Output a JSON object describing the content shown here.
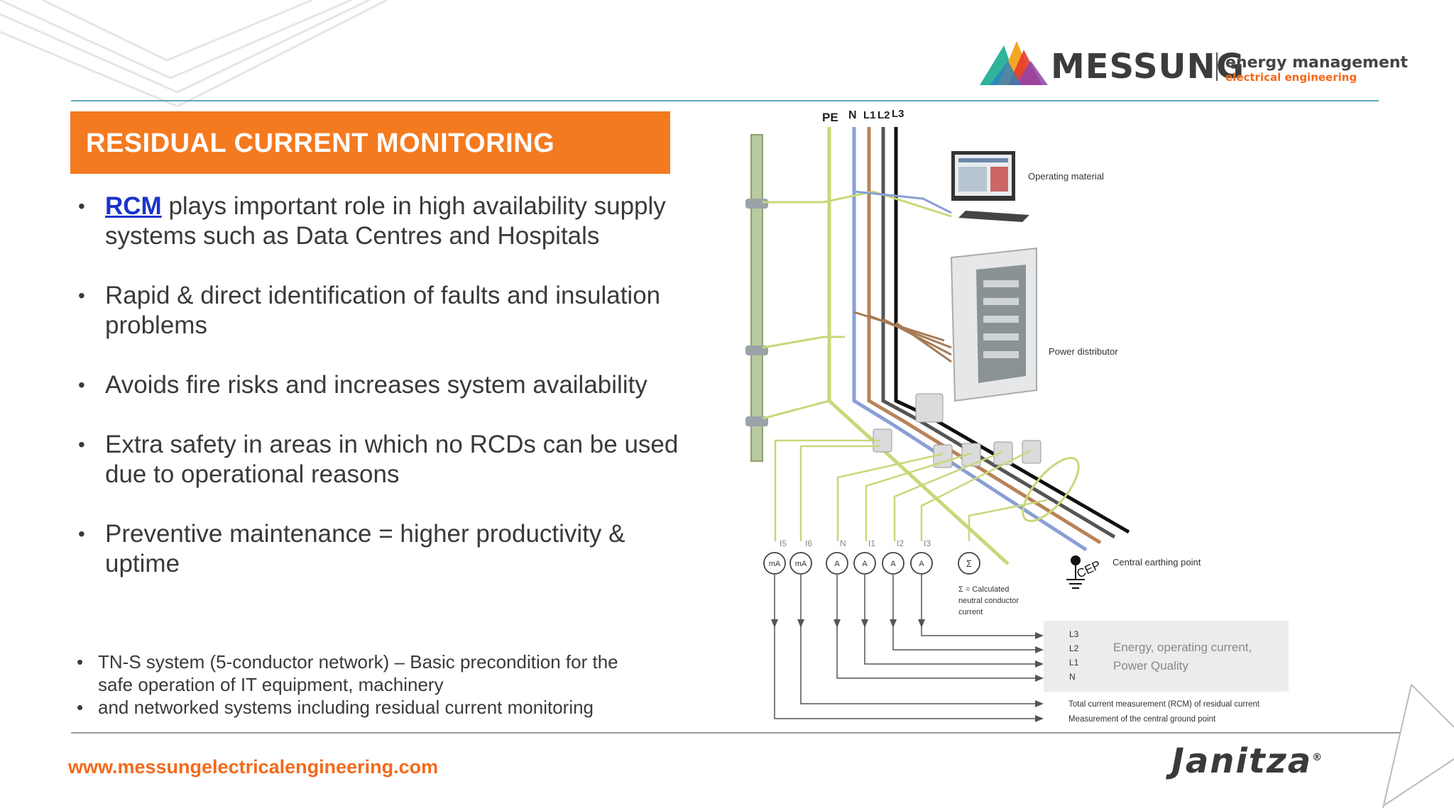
{
  "header": {
    "brand_name": "MESSUNG",
    "brand_line1": "energy management",
    "brand_line2": "electrical engineering",
    "brand_colors": [
      "#e63b2e",
      "#f5a623",
      "#3fb58a",
      "#2a7fc1",
      "#8e44ad"
    ]
  },
  "title": "RESIDUAL CURRENT MONITORING",
  "bullets": [
    {
      "link": "RCM",
      "text": " plays important role in high availability supply systems such as Data Centres and Hospitals"
    },
    {
      "text": "Rapid & direct identification of faults and insulation problems"
    },
    {
      "text": "Avoids fire risks and increases system availability"
    },
    {
      "text": "Extra safety in areas in which no RCDs can be used due to operational reasons"
    },
    {
      "text": "Preventive maintenance = higher productivity & uptime"
    }
  ],
  "small_bullets": [
    {
      "text": "TN-S system (5-conductor network) – Basic precondition for the safe operation of IT equipment, machinery"
    },
    {
      "text": "and networked systems including residual current monitoring"
    }
  ],
  "diagram": {
    "conductors": [
      "PE",
      "N",
      "L1",
      "L2",
      "L3"
    ],
    "operating_material": "Operating material",
    "power_distributor": "Power distributor",
    "central_earthing_point": "Central earthing point",
    "cep": "CEP",
    "meter_labels": [
      "I5",
      "I6",
      "N",
      "I1",
      "I2",
      "I3"
    ],
    "meter_symbols": [
      "mA",
      "mA",
      "A",
      "A",
      "A",
      "A",
      "Σ"
    ],
    "sigma_note": [
      "Σ = Calculated",
      "neutral conductor",
      "current"
    ],
    "box_lines": [
      "L3",
      "L2",
      "L1",
      "N"
    ],
    "box_text": [
      "Energy, operating current,",
      "Power Quality"
    ],
    "rcm_note": "Total current measurement (RCM) of residual current",
    "ground_note": "Measurement of the central ground point"
  },
  "footer": {
    "website": "www.messungelectricalengineering.com",
    "janitza": "Janitza",
    "reg": "®"
  }
}
